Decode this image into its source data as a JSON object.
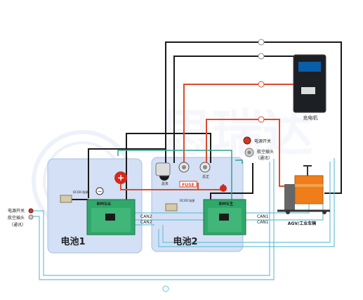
{
  "battery1": {
    "name": "电池1",
    "bms_label": "BMS从"
  },
  "battery2": {
    "name": "电池2",
    "bms_label": "BMS主"
  },
  "charger": {
    "label": "充电机"
  },
  "agv": {
    "label": "AGV/工业车辆"
  },
  "fuse": {
    "label": "FUSE"
  },
  "power_switch_right": "电源开关",
  "aviation_plug_right": "航空插头",
  "comm_right": "（通讯）",
  "power_switch_left": "电源开关",
  "aviation_plug_left": "航空插头",
  "comm_left": "（通讯）",
  "can1_top": "CAN1",
  "can1_bottom": "CAN1",
  "can2_top": "CAN2",
  "can2_bottom": "CAN2",
  "terminal_labels": [
    "总负",
    "总正"
  ],
  "small_device_label": "DC/DC电源",
  "watermark": "思瑞达"
}
